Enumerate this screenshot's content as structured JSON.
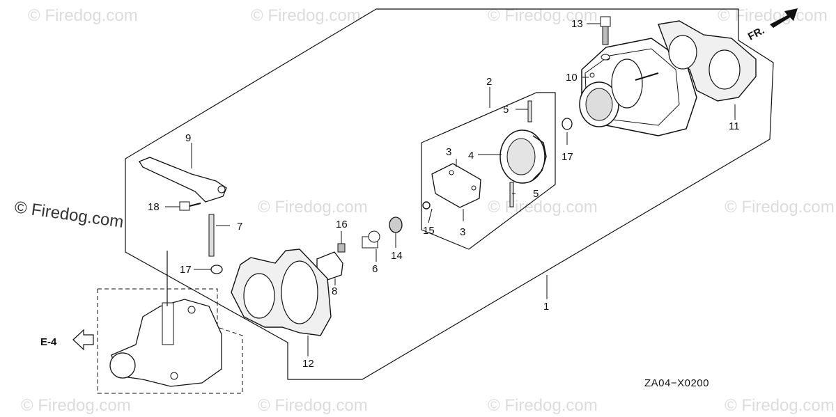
{
  "diagram_code": "ZA04−X0200",
  "direction_label": "FR.",
  "ref_label": "E-4",
  "watermark": "© Firedog.com",
  "watermark_bold": "© Firedog.com",
  "callouts": [
    {
      "id": "1",
      "text": "1"
    },
    {
      "id": "2",
      "text": "2"
    },
    {
      "id": "3a",
      "text": "3"
    },
    {
      "id": "3b",
      "text": "3"
    },
    {
      "id": "4",
      "text": "4"
    },
    {
      "id": "5a",
      "text": "5"
    },
    {
      "id": "5b",
      "text": "5"
    },
    {
      "id": "6",
      "text": "6"
    },
    {
      "id": "7",
      "text": "7"
    },
    {
      "id": "8",
      "text": "8"
    },
    {
      "id": "9",
      "text": "9"
    },
    {
      "id": "10",
      "text": "10"
    },
    {
      "id": "11",
      "text": "11"
    },
    {
      "id": "12",
      "text": "12"
    },
    {
      "id": "13",
      "text": "13"
    },
    {
      "id": "14",
      "text": "14"
    },
    {
      "id": "15",
      "text": "15"
    },
    {
      "id": "16",
      "text": "16"
    },
    {
      "id": "17a",
      "text": "17"
    },
    {
      "id": "17b",
      "text": "17"
    },
    {
      "id": "18",
      "text": "18"
    }
  ]
}
